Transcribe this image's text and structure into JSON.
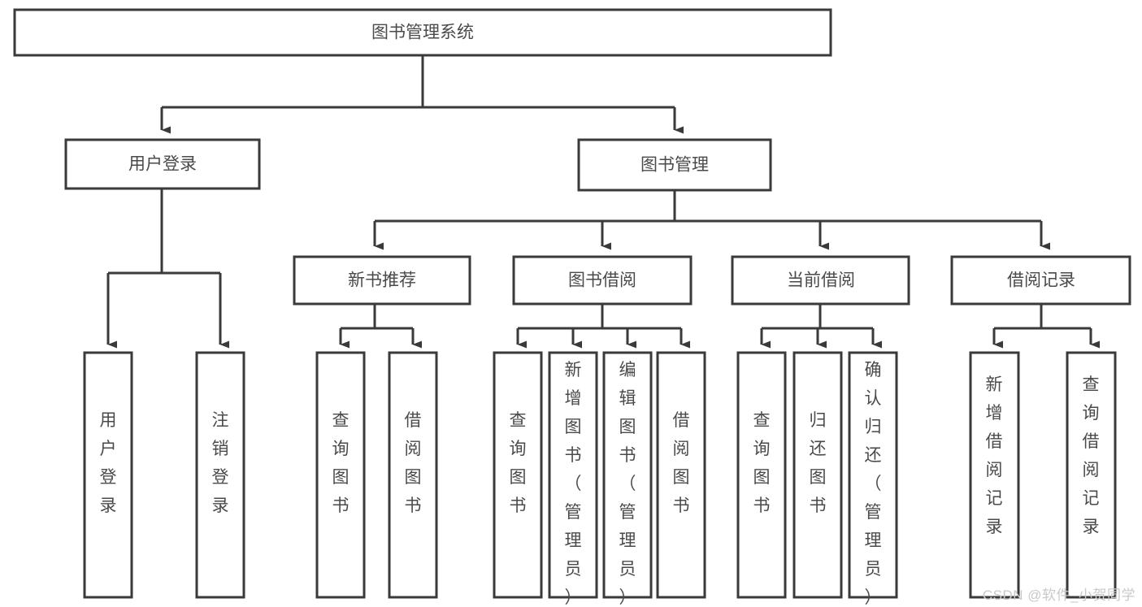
{
  "diagram": {
    "title": "图书管理系统",
    "type": "hierarchy-tree",
    "watermark": "CSDN @软件_小贺同学",
    "colors": {
      "stroke": "#3a3a3a",
      "box_fill": "#ffffff",
      "text": "#4a4a4a",
      "background": "#ffffff",
      "watermark": "#c9c9c9"
    },
    "nodes": {
      "root": {
        "label": "图书管理系统"
      },
      "level2": [
        {
          "label": "用户登录"
        },
        {
          "label": "图书管理"
        }
      ],
      "level3": [
        {
          "label": "新书推荐"
        },
        {
          "label": "图书借阅"
        },
        {
          "label": "当前借阅"
        },
        {
          "label": "借阅记录"
        }
      ],
      "leaves": [
        {
          "label": "用户登录",
          "parent": "用户登录"
        },
        {
          "label": "注销登录",
          "parent": "用户登录"
        },
        {
          "label": "查询图书",
          "parent": "新书推荐"
        },
        {
          "label": "借阅图书",
          "parent": "新书推荐"
        },
        {
          "label": "查询图书",
          "parent": "图书借阅"
        },
        {
          "label": "新增图书（管理员）",
          "parent": "图书借阅"
        },
        {
          "label": "编辑图书（管理员）",
          "parent": "图书借阅"
        },
        {
          "label": "借阅图书",
          "parent": "图书借阅"
        },
        {
          "label": "查询图书",
          "parent": "当前借阅"
        },
        {
          "label": "归还图书",
          "parent": "当前借阅"
        },
        {
          "label": "确认归还（管理员）",
          "parent": "当前借阅"
        },
        {
          "label": "新增借阅记录",
          "parent": "借阅记录"
        },
        {
          "label": "查询借阅记录",
          "parent": "借阅记录"
        }
      ]
    }
  }
}
